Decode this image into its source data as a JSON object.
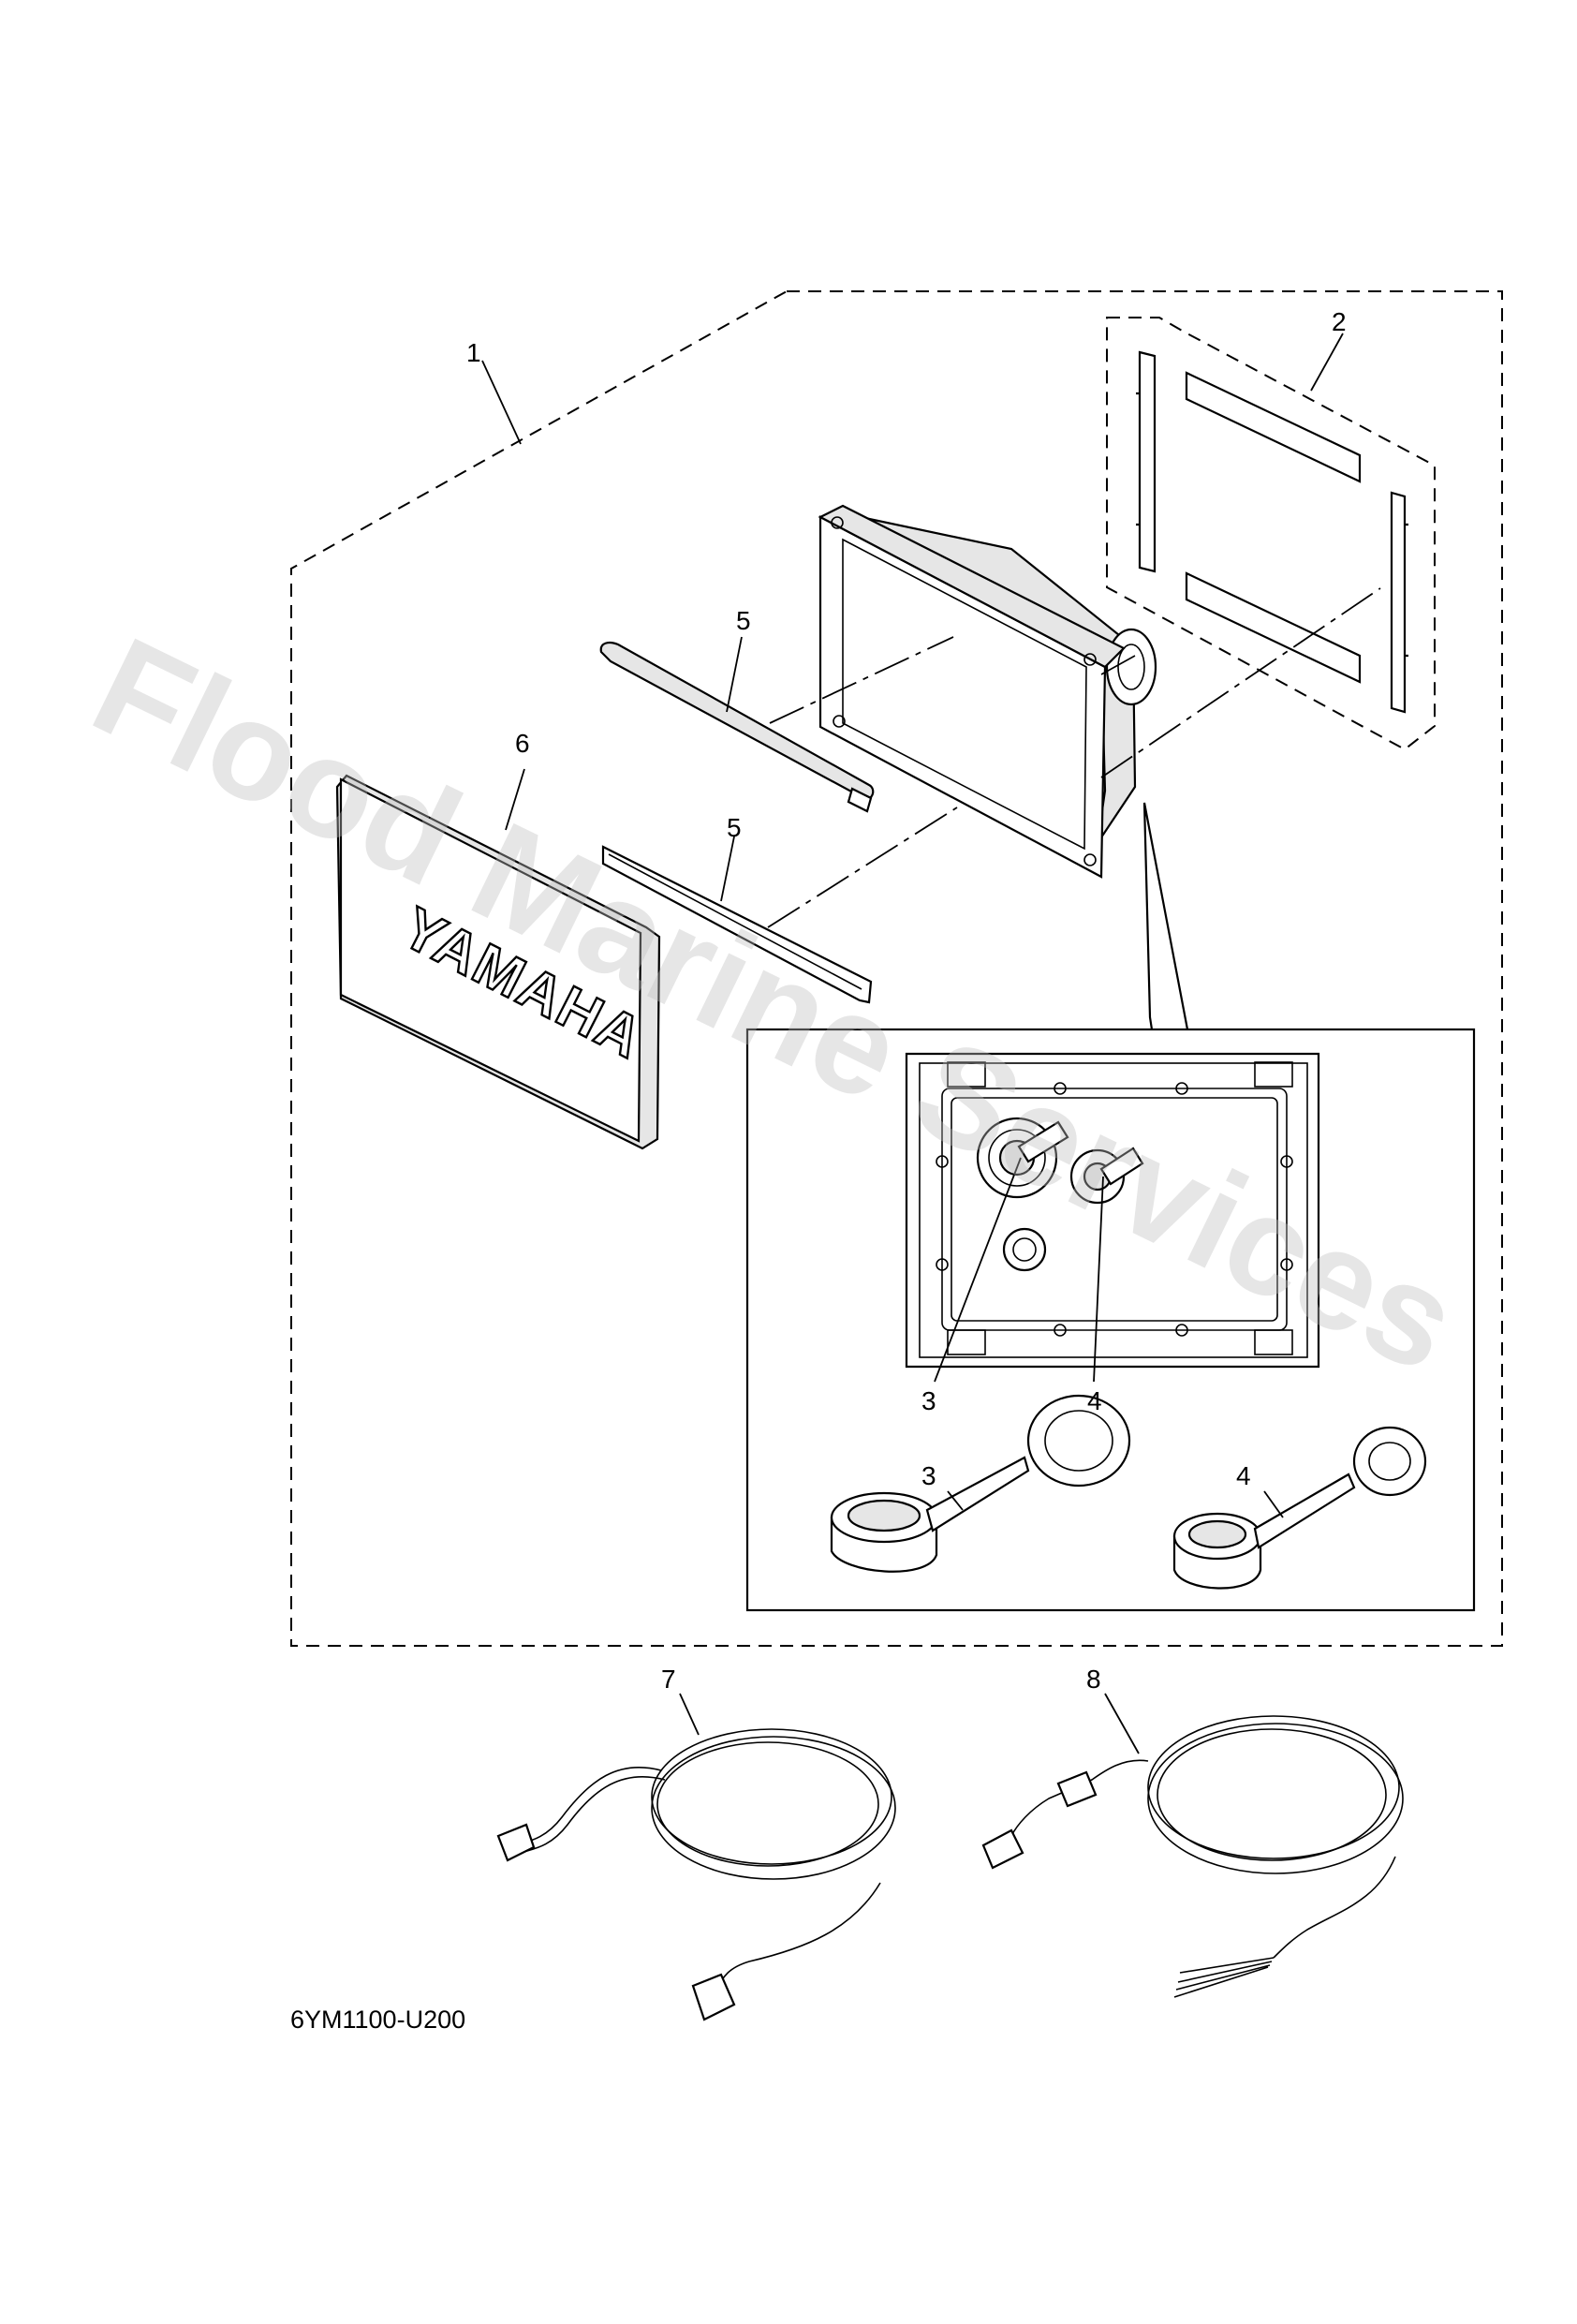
{
  "watermark": "Flood Marine Services",
  "drawing_code": "6YM1100-U200",
  "cover_brand": "YAMAHA",
  "callouts": {
    "c1": "1",
    "c2": "2",
    "c3a": "3",
    "c4a": "4",
    "c3b": "3",
    "c4b": "4",
    "c5a": "5",
    "c5b": "5",
    "c6": "6",
    "c7": "7",
    "c8": "8"
  }
}
